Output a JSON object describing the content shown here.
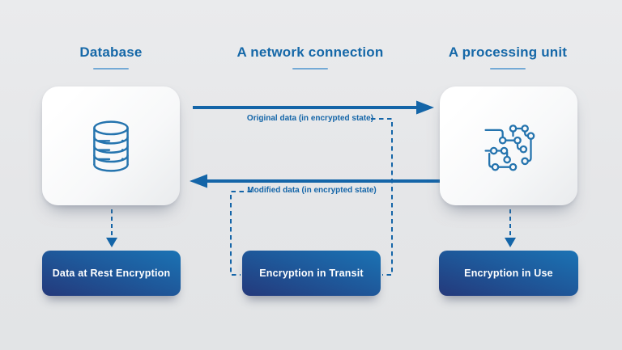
{
  "diagram": {
    "columns": [
      {
        "title": "Database",
        "icon": "database-icon",
        "box": "Data at Rest Encryption"
      },
      {
        "title": "A network connection",
        "icon": null,
        "box": "Encryption in Transit"
      },
      {
        "title": "A processing unit",
        "icon": "circuit-icon",
        "box": "Encryption in Use"
      }
    ],
    "flows": [
      {
        "label": "Original data (in encrypted state)",
        "direction": "database-to-processing-unit",
        "style": "solid-arrow-right"
      },
      {
        "label": "Modified data (in encrypted state)",
        "direction": "processing-unit-to-database",
        "style": "solid-arrow-left"
      }
    ],
    "connectors": [
      {
        "from": "database-card",
        "to": "box-data-at-rest",
        "style": "dashed-arrow-down"
      },
      {
        "from": "processing-unit-card",
        "to": "box-encryption-in-use",
        "style": "dashed-arrow-down"
      },
      {
        "from": "flow-original-label",
        "to": "box-encryption-in-transit",
        "style": "dashed-elbow"
      },
      {
        "from": "flow-modified-label",
        "to": "box-encryption-in-transit",
        "style": "dashed-elbow"
      }
    ],
    "colors": {
      "background": "#E5E6E8",
      "title_blue": "#1568A8",
      "underline_blue": "#74AAD6",
      "arrow_blue": "#1465A8",
      "icon_blue": "#2574AE",
      "pill_gradient_dark": "#24397B",
      "pill_gradient_light": "#1B73B4",
      "pill_text": "#FFFFFF",
      "card_background": "#FFFFFF"
    }
  }
}
